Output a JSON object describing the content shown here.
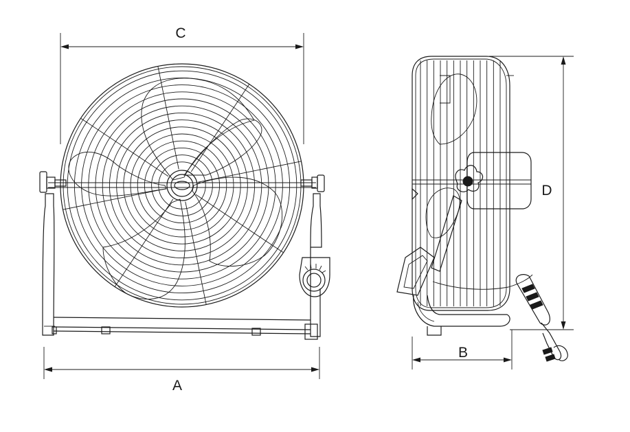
{
  "dimensions": {
    "a": "A",
    "b": "B",
    "c": "C",
    "d": "D"
  },
  "colors": {
    "line": "#1a1a1a",
    "background": "#ffffff"
  },
  "front_view": {
    "guard_rings": 15,
    "guard_spokes": 8,
    "blades": 5
  },
  "side_view": {
    "grill_bars": 13
  }
}
